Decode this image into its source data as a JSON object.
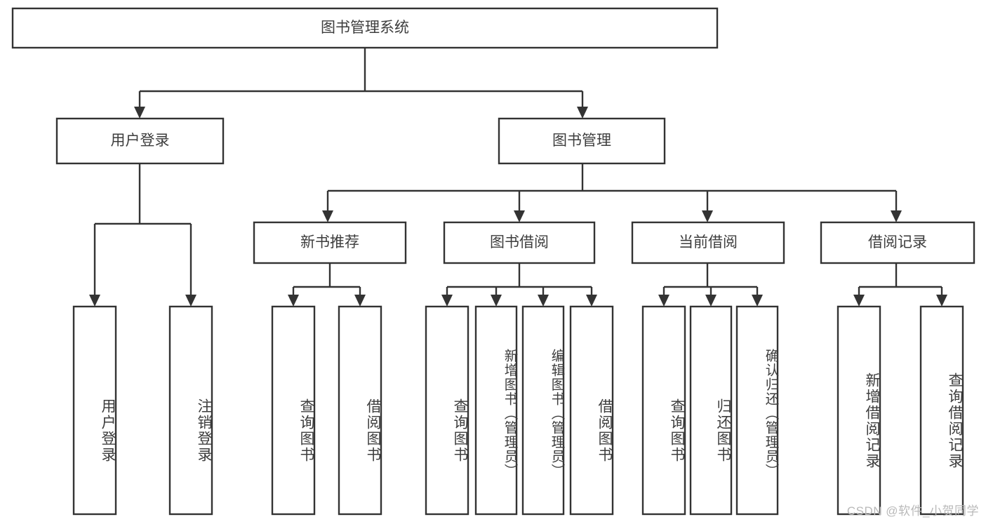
{
  "diagram": {
    "title": "图书管理系统",
    "type": "tree-hierarchy",
    "colors": {
      "box_border": "#333333",
      "box_fill": "#ffffff",
      "text": "#3d3d3d",
      "connector": "#333333",
      "watermark": "#b9b9b9"
    },
    "root": {
      "label": "图书管理系统"
    },
    "level2": [
      {
        "label": "用户登录"
      },
      {
        "label": "图书管理"
      }
    ],
    "level3": [
      {
        "label": "新书推荐"
      },
      {
        "label": "图书借阅"
      },
      {
        "label": "当前借阅"
      },
      {
        "label": "借阅记录"
      }
    ],
    "leaves": {
      "user_login": [
        {
          "label": "用户登录"
        },
        {
          "label": "注销登录"
        }
      ],
      "new_book_recommend": [
        {
          "label": "查询图书"
        },
        {
          "label": "借阅图书"
        }
      ],
      "book_borrow": [
        {
          "label": "查询图书"
        },
        {
          "label": "新增图书（管理员）"
        },
        {
          "label": "编辑图书（管理员）"
        },
        {
          "label": "借阅图书"
        }
      ],
      "current_borrow": [
        {
          "label": "查询图书"
        },
        {
          "label": "归还图书"
        },
        {
          "label": "确认归还（管理员）"
        }
      ],
      "borrow_record": [
        {
          "label": "新增借阅记录"
        },
        {
          "label": "查询借阅记录"
        }
      ]
    }
  },
  "watermark": {
    "text": "CSDN @软件_小贺同学"
  }
}
